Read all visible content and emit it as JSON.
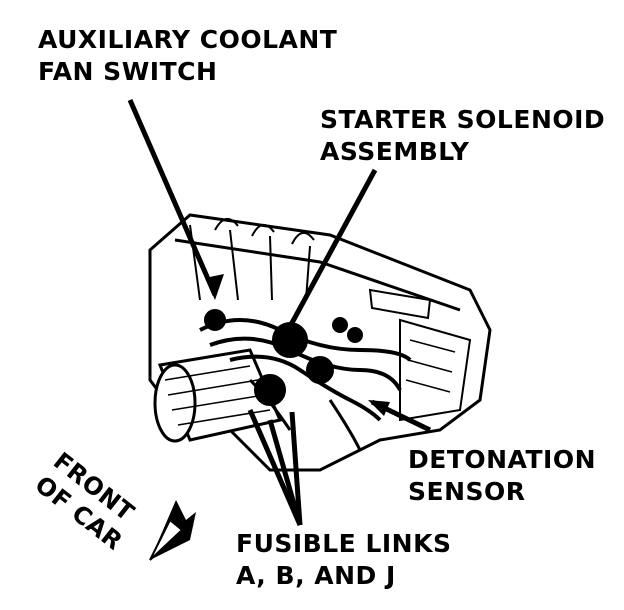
{
  "labels": {
    "auxiliary_fan_switch": [
      "AUXILIARY COOLANT",
      "FAN SWITCH"
    ],
    "starter_solenoid": [
      "STARTER SOLENOID",
      "ASSEMBLY"
    ],
    "detonation_sensor": [
      "DETONATION",
      "SENSOR"
    ],
    "fusible_links": [
      "FUSIBLE LINKS",
      "A, B, AND J"
    ],
    "front_of_car": [
      "FRONT",
      "OF CAR"
    ]
  },
  "colors": {
    "ink": "#000000",
    "background": "#ffffff"
  }
}
